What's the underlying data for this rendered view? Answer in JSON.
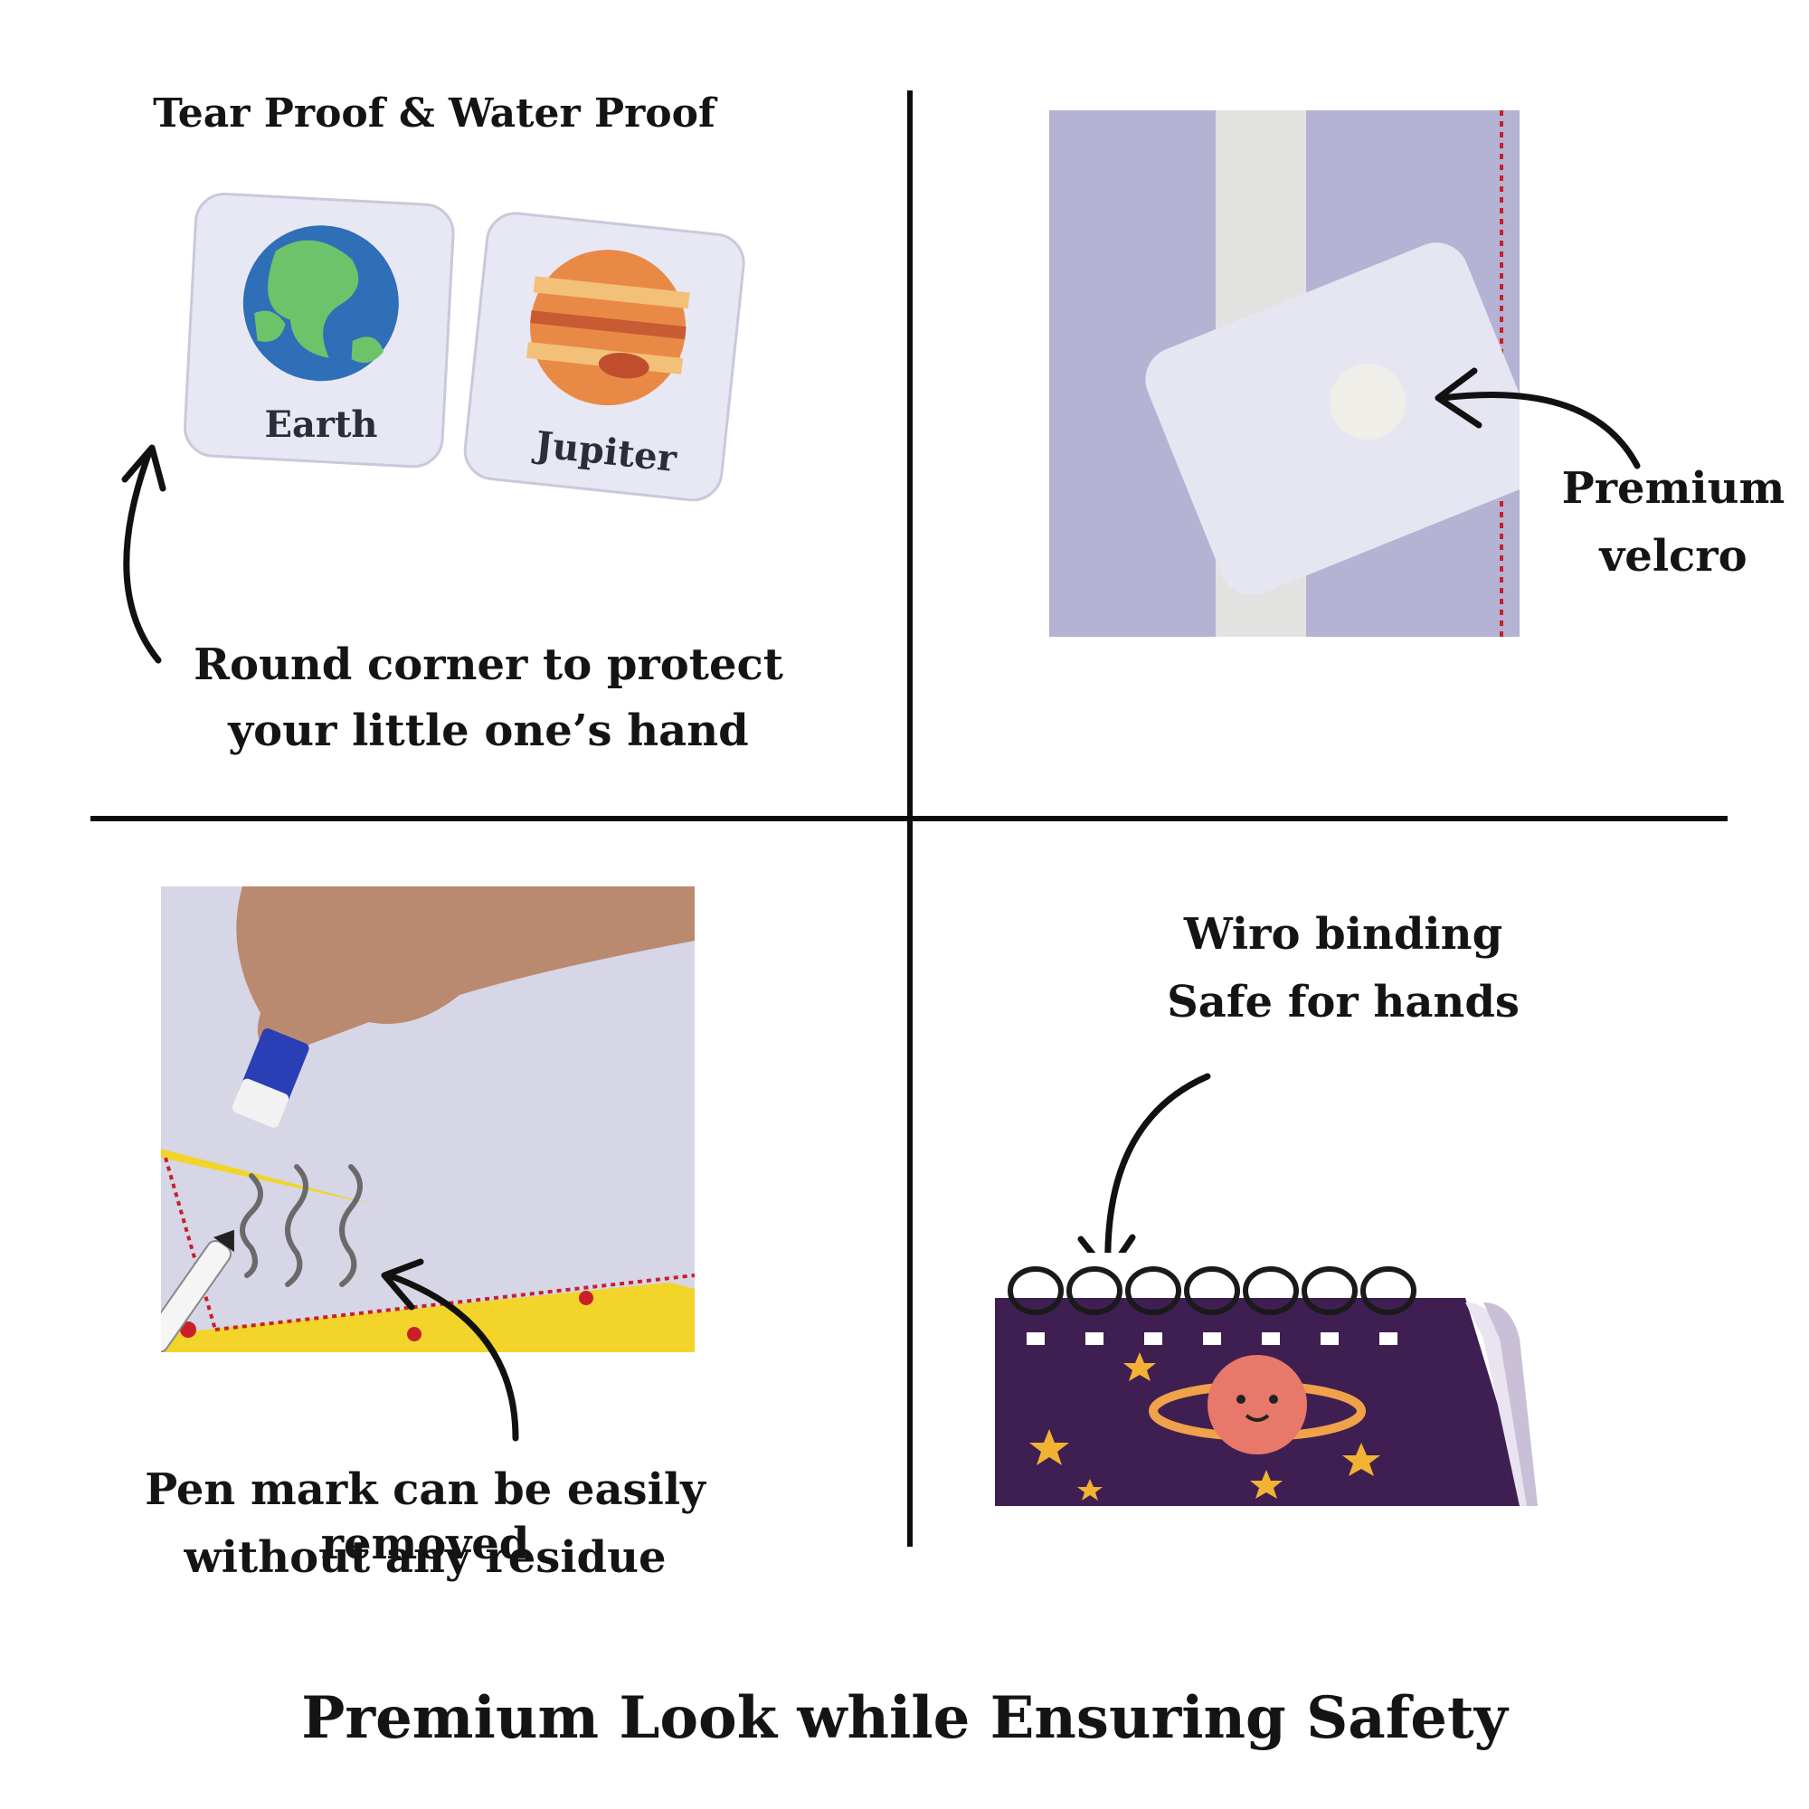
{
  "q1": {
    "heading": "Tear Proof & Water Proof",
    "card_earth": "Earth",
    "card_jupiter": "Jupiter",
    "caption_line1": "Round corner to protect",
    "caption_line2": "your little one’s hand"
  },
  "q2": {
    "caption_line1": "Premium",
    "caption_line2": "velcro"
  },
  "q3": {
    "caption_line1": "Pen mark can be easily removed",
    "caption_line2": "without any residue"
  },
  "q4": {
    "caption_line1": "Wiro binding",
    "caption_line2": "Safe for hands"
  },
  "footer": {
    "title": "Premium Look while Ensuring Safety"
  },
  "colors": {
    "ink": "#111111",
    "lavender": "#b4b3d4",
    "cover_purple": "#3f1f52",
    "yellow_border": "#f2d42a",
    "red_dots": "#c8202a"
  }
}
